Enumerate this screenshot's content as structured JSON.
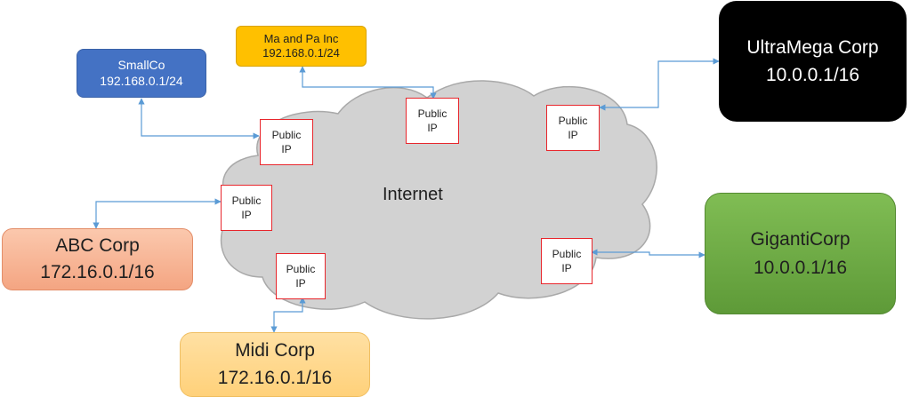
{
  "cloud": {
    "label": "Internet"
  },
  "public_ip": {
    "line1": "Public",
    "line2": "IP"
  },
  "colors": {
    "cloud_fill": "#d2d2d2",
    "cloud_stroke": "#a9a9a9",
    "connector": "#5b9bd5",
    "public_ip_border": "#e8262c"
  },
  "networks": [
    {
      "id": "smallco",
      "name": "SmallCo",
      "subnet": "192.168.0.1/24",
      "fill": "#4472c4",
      "text_color": "#ffffff"
    },
    {
      "id": "mapa",
      "name": "Ma and Pa Inc",
      "subnet": "192.168.0.1/24",
      "fill": "#ffc000",
      "text_color": "#1f1f1f"
    },
    {
      "id": "ultramega",
      "name": "UltraMega Corp",
      "subnet": "10.0.0.1/16",
      "fill": "#000000",
      "text_color": "#ffffff"
    },
    {
      "id": "abc",
      "name": "ABC Corp",
      "subnet": "172.16.0.1/16",
      "fill": "#f4a582",
      "text_color": "#1f1f1f"
    },
    {
      "id": "giganti",
      "name": "GigantiCorp",
      "subnet": "10.0.0.1/16",
      "fill": "#70ad47",
      "text_color": "#1f1f1f"
    },
    {
      "id": "midi",
      "name": "Midi Corp",
      "subnet": "172.16.0.1/16",
      "fill": "#ffd47f",
      "text_color": "#1f1f1f"
    }
  ]
}
